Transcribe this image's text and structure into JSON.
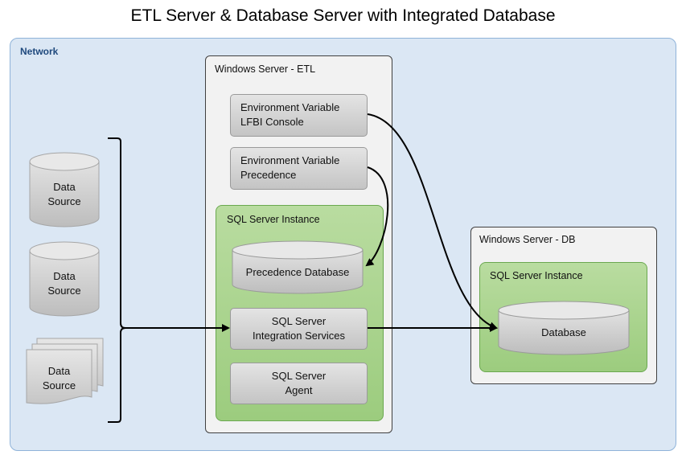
{
  "title": "ETL Server & Database Server with Integrated Database",
  "network": {
    "label": "Network"
  },
  "data_sources": [
    {
      "line1": "Data",
      "line2": "Source",
      "shape": "cylinder"
    },
    {
      "line1": "Data",
      "line2": "Source",
      "shape": "cylinder"
    },
    {
      "line1": "Data",
      "line2": "Source",
      "shape": "document-stack"
    }
  ],
  "etl_server": {
    "label": "Windows Server - ETL",
    "env_console": {
      "line1": "Environment Variable",
      "line2": "LFBI Console"
    },
    "env_precedence": {
      "line1": "Environment Variable",
      "line2": "Precedence"
    },
    "instance": {
      "label": "SQL Server Instance",
      "precedence_db": "Precedence Database",
      "ssis": {
        "line1": "SQL Server",
        "line2": "Integration Services"
      },
      "agent": {
        "line1": "SQL Server",
        "line2": "Agent"
      }
    }
  },
  "db_server": {
    "label": "Windows Server - DB",
    "instance": {
      "label": "SQL Server Instance",
      "database": "Database"
    }
  },
  "colors": {
    "network_fill": "#dbe7f4",
    "network_border": "#8fb3d9",
    "instance_fill": "#a9d18e",
    "server_fill": "#f2f2f2",
    "gray_box": "#d0d0d0"
  }
}
